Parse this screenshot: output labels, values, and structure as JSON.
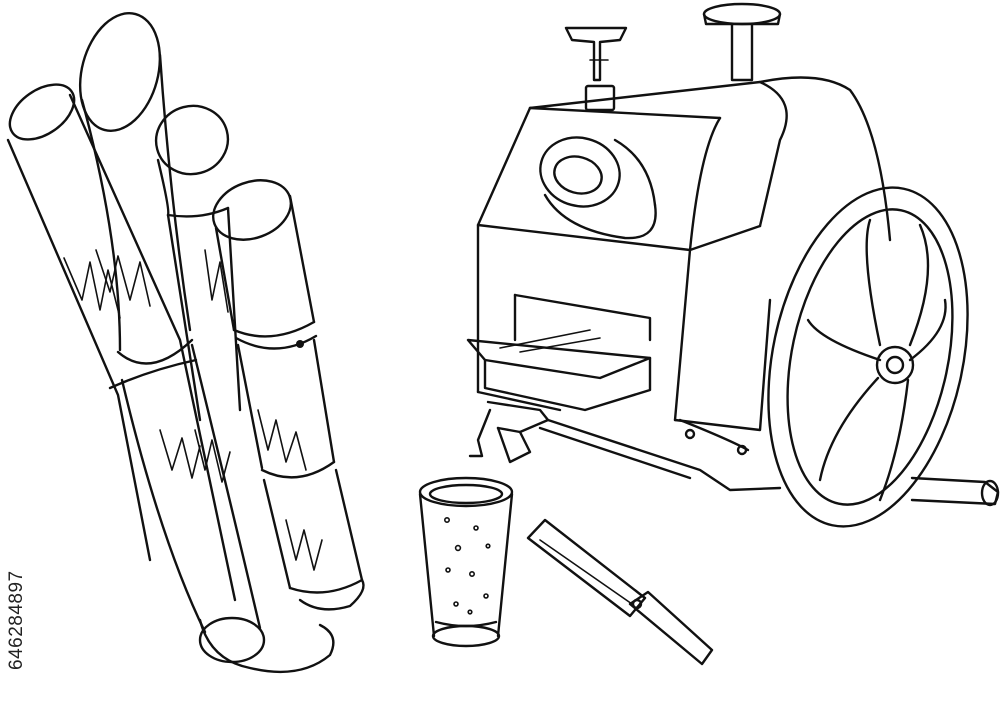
{
  "image": {
    "style": "single continuous line drawing",
    "colors": {
      "background": "#ffffff",
      "ink": "#111111"
    },
    "subjects": [
      "sugarcane-bundle",
      "sugarcane-juicer-machine",
      "juice-glass",
      "knife"
    ]
  },
  "sidebar_watermark": {
    "text": "646284897",
    "orientation": "vertical"
  }
}
